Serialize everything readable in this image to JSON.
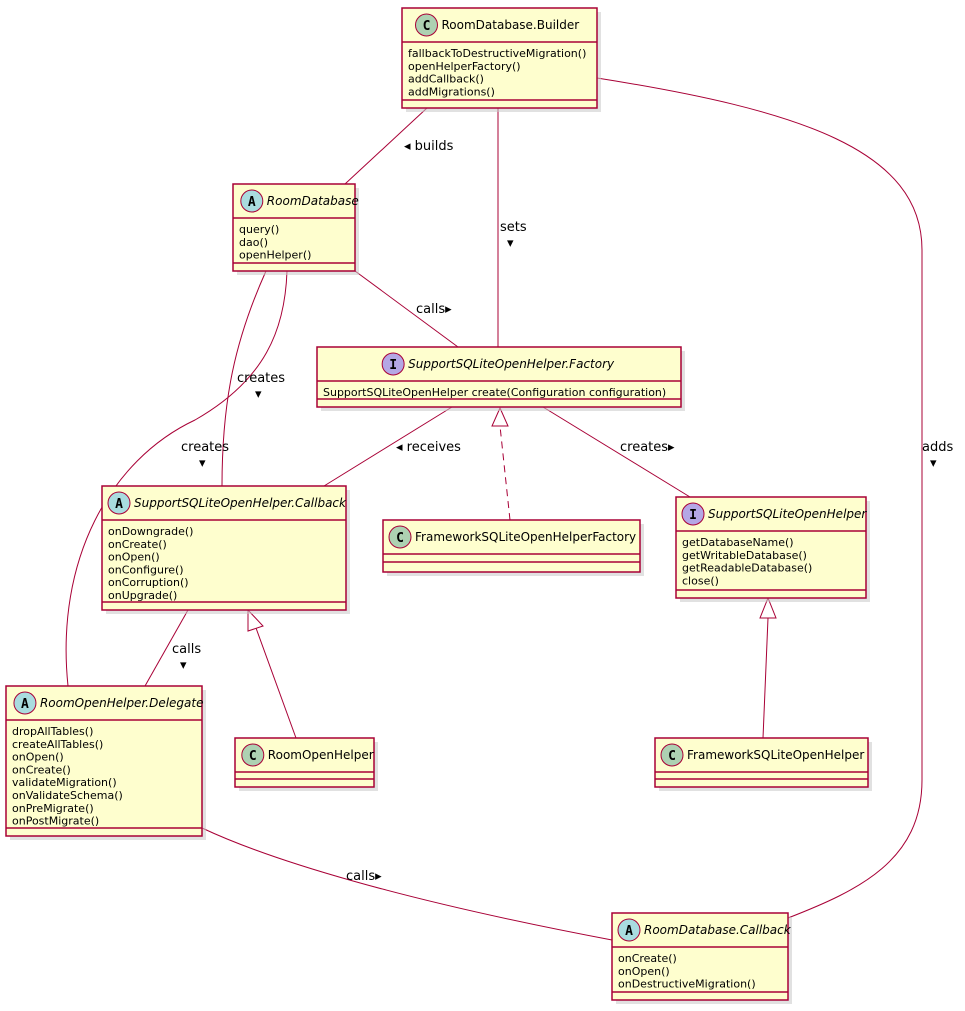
{
  "classes": [
    {
      "id": "builder",
      "kind": "C",
      "abstract": false,
      "name": "RoomDatabase.Builder",
      "members": [
        "fallbackToDestructiveMigration()",
        "openHelperFactory()",
        "addCallback()",
        "addMigrations()"
      ]
    },
    {
      "id": "roomdb",
      "kind": "A",
      "abstract": true,
      "name": "RoomDatabase",
      "members": [
        "query()",
        "dao()",
        "openHelper()"
      ]
    },
    {
      "id": "factory",
      "kind": "I",
      "abstract": true,
      "name": "SupportSQLiteOpenHelper.Factory",
      "members": [
        "SupportSQLiteOpenHelper create(Configuration configuration)"
      ]
    },
    {
      "id": "callback",
      "kind": "A",
      "abstract": true,
      "name": "SupportSQLiteOpenHelper.Callback",
      "members": [
        "onDowngrade()",
        "onCreate()",
        "onOpen()",
        "onConfigure()",
        "onCorruption()",
        "onUpgrade()"
      ]
    },
    {
      "id": "fwfactory",
      "kind": "C",
      "abstract": false,
      "name": "FrameworkSQLiteOpenHelperFactory",
      "members": []
    },
    {
      "id": "helper",
      "kind": "I",
      "abstract": true,
      "name": "SupportSQLiteOpenHelper",
      "members": [
        "getDatabaseName()",
        "getWritableDatabase()",
        "getReadableDatabase()",
        "close()"
      ]
    },
    {
      "id": "delegate",
      "kind": "A",
      "abstract": true,
      "name": "RoomOpenHelper.Delegate",
      "members": [
        "dropAllTables()",
        "createAllTables()",
        "onOpen()",
        "onCreate()",
        "validateMigration()",
        "onValidateSchema()",
        "onPreMigrate()",
        "onPostMigrate()"
      ]
    },
    {
      "id": "roomhelper",
      "kind": "C",
      "abstract": false,
      "name": "RoomOpenHelper",
      "members": []
    },
    {
      "id": "fwhelper",
      "kind": "C",
      "abstract": false,
      "name": "FrameworkSQLiteOpenHelper",
      "members": []
    },
    {
      "id": "dbcallback",
      "kind": "A",
      "abstract": true,
      "name": "RoomDatabase.Callback",
      "members": [
        "onCreate()",
        "onOpen()",
        "onDestructiveMigration()"
      ]
    }
  ],
  "relations": [
    {
      "id": "builds",
      "text": "◂ builds"
    },
    {
      "id": "sets",
      "text": "sets",
      "arrow": "▾"
    },
    {
      "id": "adds",
      "text": "adds",
      "arrow": "▾"
    },
    {
      "id": "calls-factory",
      "text": "calls▸"
    },
    {
      "id": "creates-callback",
      "text": "creates",
      "arrow": "▾"
    },
    {
      "id": "creates-delegate",
      "text": "creates",
      "arrow": "▾"
    },
    {
      "id": "receives",
      "text": "◂ receives"
    },
    {
      "id": "creates-helper",
      "text": "creates▸"
    },
    {
      "id": "calls-delegate",
      "text": "calls",
      "arrow": "▾"
    },
    {
      "id": "calls-dbcallback",
      "text": "calls▸"
    }
  ],
  "colors": {
    "box_fill": "#FEFECE",
    "border": "#A80036",
    "badge_class": "#ADD1B2",
    "badge_abstract": "#A9DCDF",
    "badge_interface": "#B4A7E5"
  }
}
